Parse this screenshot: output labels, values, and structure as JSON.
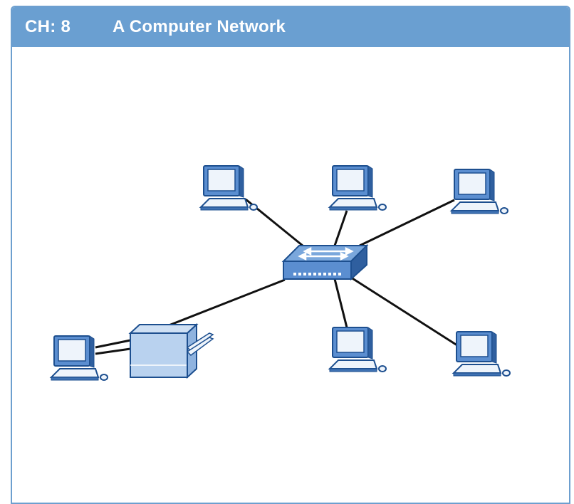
{
  "header": {
    "chapter": "CH: 8",
    "title": "A Computer Network"
  },
  "diagram": {
    "nodes": [
      {
        "id": "switch",
        "type": "switch"
      },
      {
        "id": "pc-top-left",
        "type": "computer"
      },
      {
        "id": "pc-top-center",
        "type": "computer"
      },
      {
        "id": "pc-top-right",
        "type": "computer"
      },
      {
        "id": "pc-bottom-center",
        "type": "computer"
      },
      {
        "id": "pc-bottom-right",
        "type": "computer"
      },
      {
        "id": "printer",
        "type": "printer"
      },
      {
        "id": "pc-left",
        "type": "computer"
      }
    ],
    "links": [
      [
        "switch",
        "pc-top-left"
      ],
      [
        "switch",
        "pc-top-center"
      ],
      [
        "switch",
        "pc-top-right"
      ],
      [
        "switch",
        "pc-bottom-center"
      ],
      [
        "switch",
        "pc-bottom-right"
      ],
      [
        "switch",
        "printer"
      ],
      [
        "printer",
        "pc-left"
      ]
    ]
  },
  "colors": {
    "header_bg": "#6a9fd1",
    "device_fill": "#3f72b3",
    "device_stroke": "#1d4f8f",
    "screen_fill": "#e9f1fa",
    "link": "#111111"
  }
}
